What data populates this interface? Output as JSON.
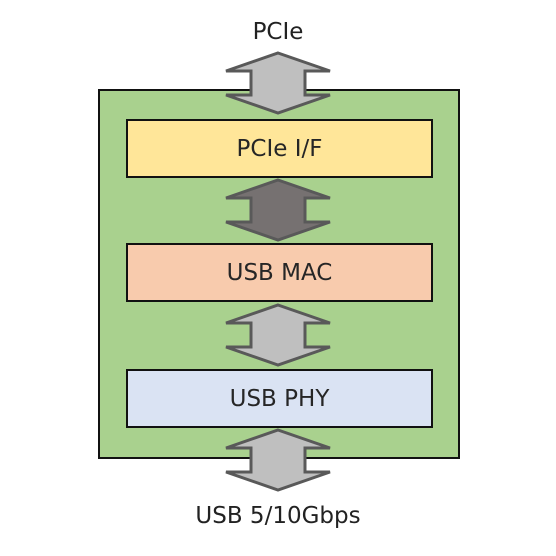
{
  "labels": {
    "top": "PCIe",
    "bottom": "USB 5/10Gbps"
  },
  "blocks": [
    {
      "label": "PCIe I/F",
      "color": "#FFE699"
    },
    {
      "label": "USB MAC",
      "color": "#F8CBAD"
    },
    {
      "label": "USB PHY",
      "color": "#DAE3F3"
    }
  ],
  "colors": {
    "chip_background": "#A9D18E",
    "arrow_light": "#BFBFBF",
    "arrow_dark": "#767171",
    "arrow_stroke": "#595959",
    "border": "#111111"
  },
  "arrows": [
    {
      "name": "pcie-bus",
      "fill": "arrow_light"
    },
    {
      "name": "if-to-mac",
      "fill": "arrow_dark"
    },
    {
      "name": "mac-to-phy",
      "fill": "arrow_light"
    },
    {
      "name": "usb-bus",
      "fill": "arrow_light"
    }
  ]
}
